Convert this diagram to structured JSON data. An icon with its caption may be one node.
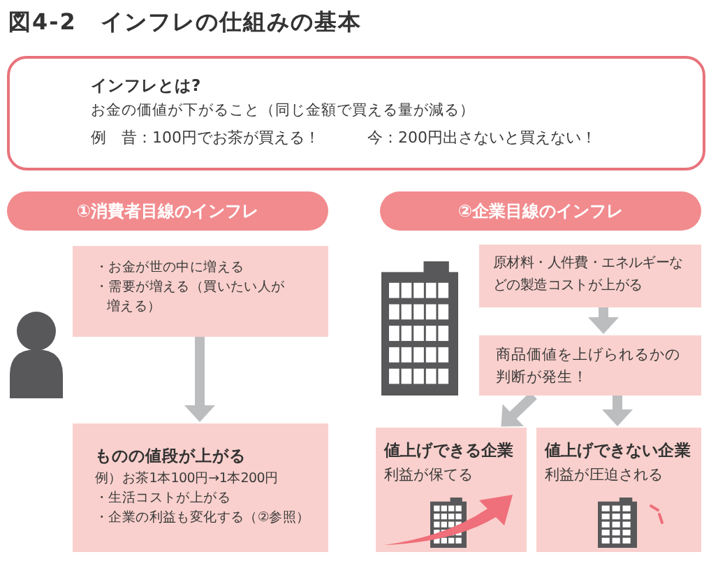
{
  "diagram": {
    "title": "図4-2　インフレの仕組みの基本",
    "nodes": [
      {
        "text": [
          "インフレとは?",
          "お金の価値が下がること（同じ金額で買える量が減る）",
          "例　昔：100円でお茶が買える！",
          "今：200円出さないと買えない！"
        ]
      },
      {
        "text": [
          "①消費者目線のインフレ"
        ]
      },
      {
        "text": [
          "②企業目線のインフレ"
        ]
      },
      {
        "text": [
          "・お金が世の中に増える",
          "・需要が増える（買いたい人が増える）"
        ]
      },
      {
        "text": [
          "ものの値段が上がる",
          "例）お茶1本100円→1本200円",
          "・生活コストが上がる",
          "・企業の利益も変化する（②参照）"
        ]
      },
      {
        "text": [
          "原材料・人件費・エネルギーなどの製造コストが上がる"
        ]
      },
      {
        "text": [
          "商品価値を上げられるかの判断が発生！"
        ]
      },
      {
        "text": [
          "値上げできる企業",
          "利益が保てる"
        ]
      },
      {
        "text": [
          "値上げできない企業",
          "利益が圧迫される"
        ]
      }
    ],
    "edges": [
      {
        "from": 3,
        "to": 4,
        "arrow": "to"
      },
      {
        "from": 5,
        "to": 6,
        "arrow": "to"
      },
      {
        "from": 6,
        "to": 7,
        "arrow": "to"
      },
      {
        "from": 6,
        "to": 8,
        "arrow": "to"
      }
    ]
  }
}
